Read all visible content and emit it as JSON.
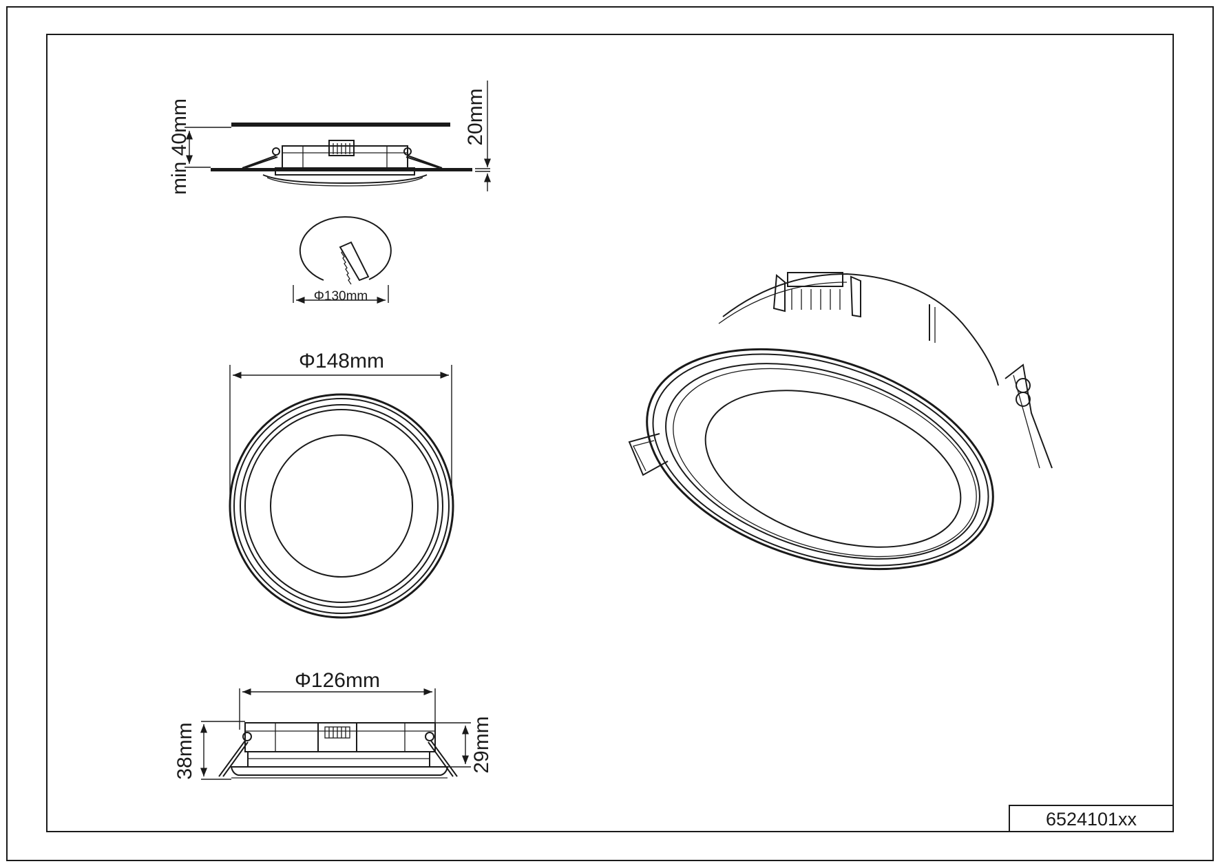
{
  "dimensions": {
    "side_top_min": "min 40mm",
    "side_top_right": "20mm",
    "cutout": "Φ130mm",
    "front_outer": "Φ148mm",
    "side_bottom_width": "Φ126mm",
    "side_bottom_left": "38mm",
    "side_bottom_right": "29mm"
  },
  "title_block": {
    "part_number": "6524101xx"
  }
}
